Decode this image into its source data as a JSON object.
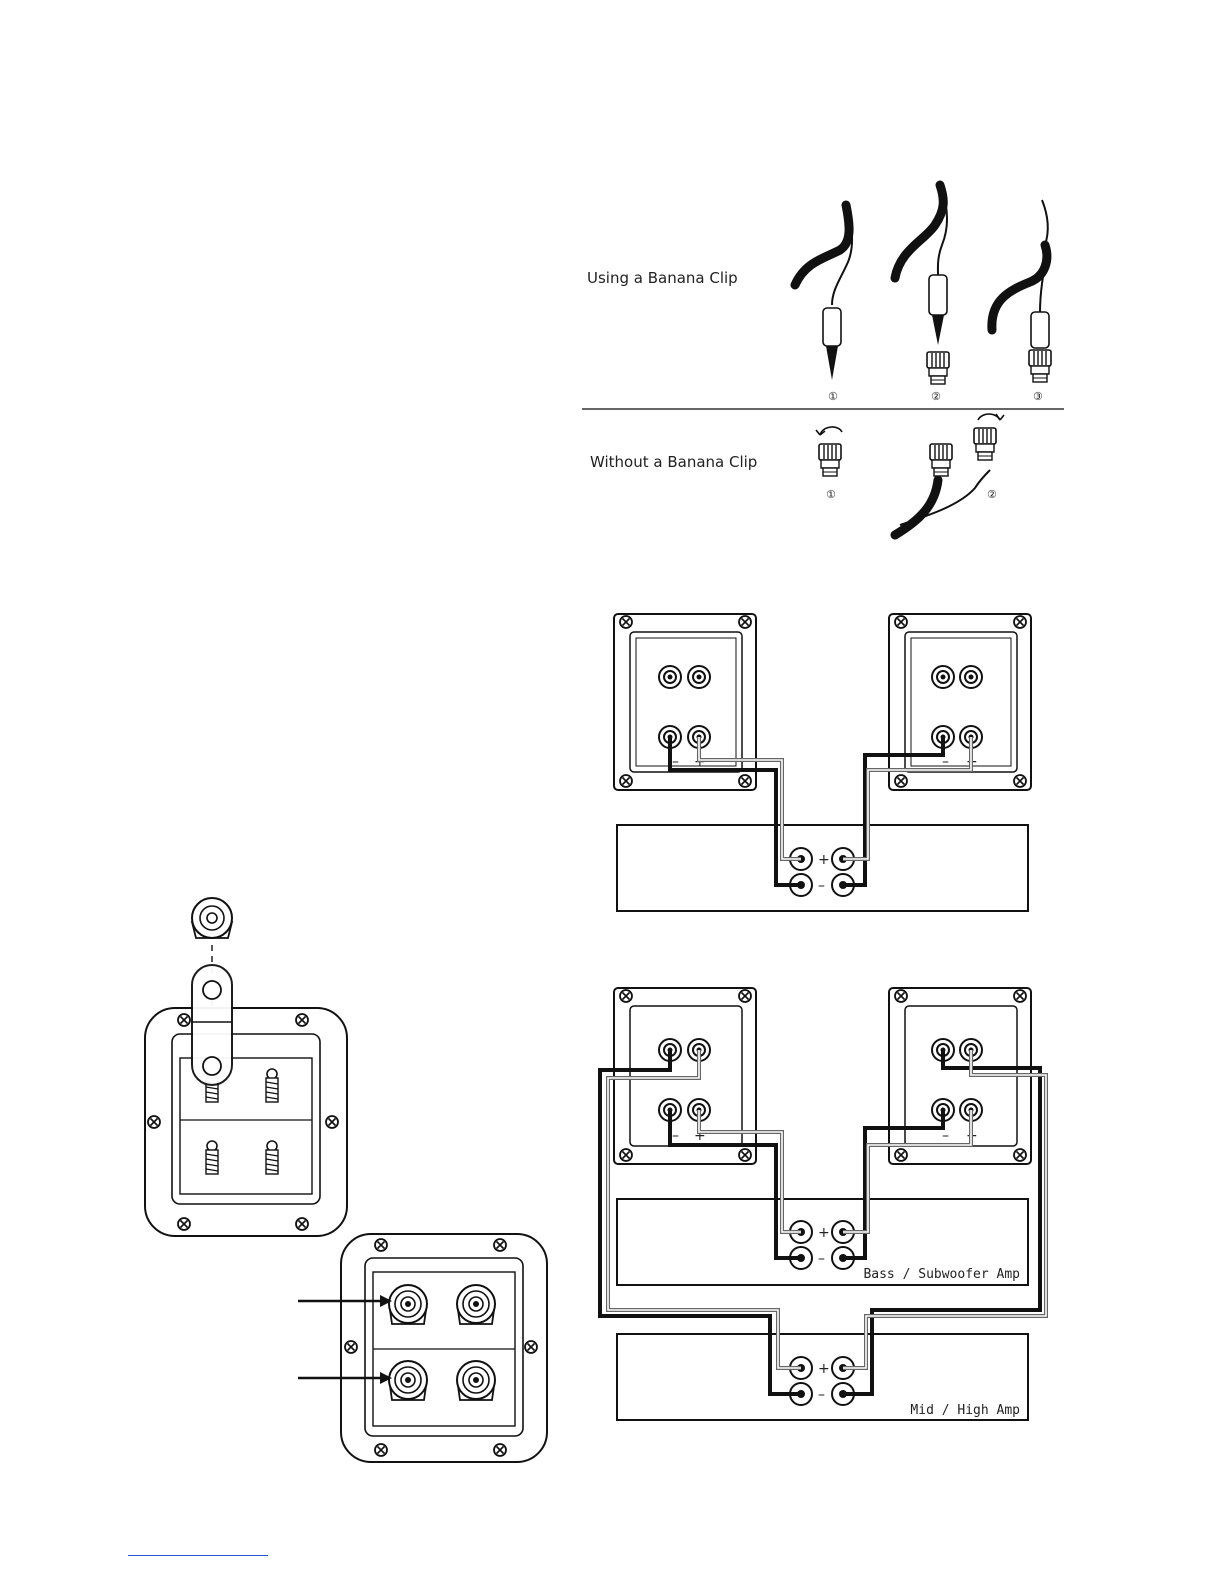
{
  "banana": {
    "using_label": "Using a Banana Clip",
    "without_label": "Without a Banana Clip",
    "steps_using": [
      "①",
      "②",
      "③"
    ],
    "steps_without": [
      "①",
      "②"
    ]
  },
  "wiring_single": {
    "left_plate_signs": {
      "minus": "–",
      "plus": "+"
    },
    "right_plate_signs": {
      "minus": "–",
      "plus": "+"
    },
    "amp_signs": {
      "plus": "+",
      "minus": "–"
    }
  },
  "wiring_biamp": {
    "left_plate_signs": {
      "minus": "–",
      "plus": "+"
    },
    "right_plate_signs": {
      "minus": "–",
      "plus": "+"
    },
    "bass_amp_label": "Bass / Subwoofer Amp",
    "midhigh_amp_label": "Mid / High Amp",
    "amp_signs": {
      "plus": "+",
      "minus": "–"
    }
  }
}
